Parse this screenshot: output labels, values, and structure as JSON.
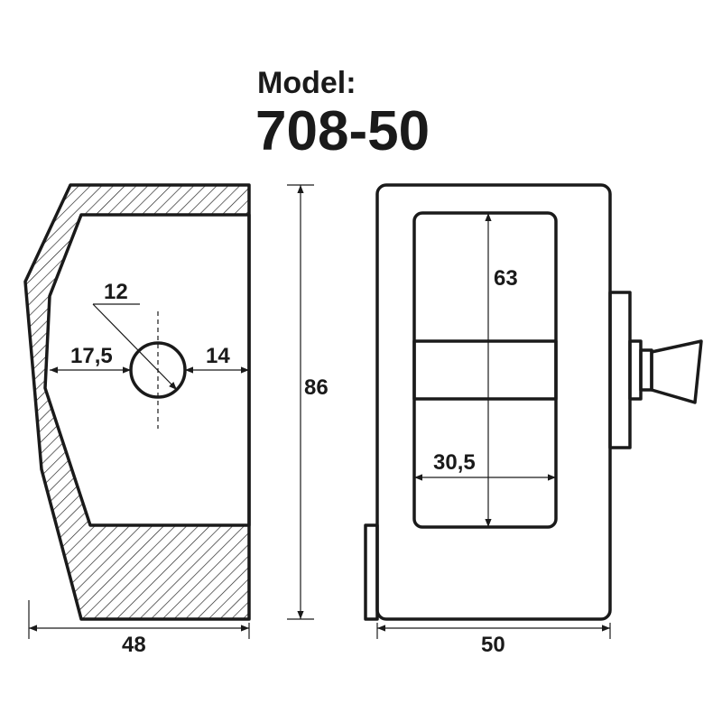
{
  "header": {
    "model_label": "Model:",
    "model_number": "708-50"
  },
  "dimensions": {
    "hole_diameter": "12",
    "hole_left_offset": "17,5",
    "hole_right_offset": "14",
    "height": "86",
    "side_width": "48",
    "front_width": "50",
    "window_height": "63",
    "window_width": "30,5"
  }
}
